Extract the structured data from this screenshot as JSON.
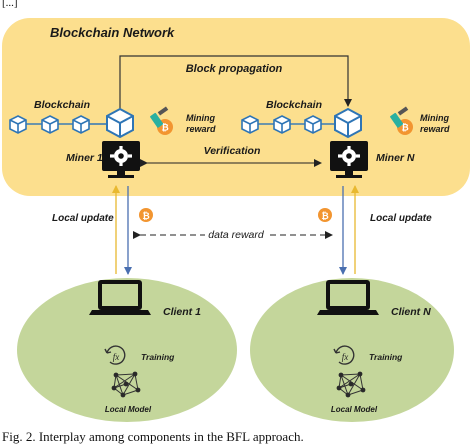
{
  "top_fragment": "[...]",
  "network": {
    "title": "Blockchain Network",
    "bg": "#fcdf8e"
  },
  "labels": {
    "block_propagation": "Block propagation",
    "blockchain_left": "Blockchain",
    "blockchain_right": "Blockchain",
    "mining_reward_left_1": "Mining",
    "mining_reward_left_2": "reward",
    "mining_reward_right_1": "Mining",
    "mining_reward_right_2": "reward",
    "miner_1": "Miner 1",
    "miner_n": "Miner N",
    "verification": "Verification",
    "local_update_left": "Local update",
    "local_update_right": "Local update",
    "data_reward": "data reward",
    "client_1": "Client 1",
    "client_n": "Client N",
    "training_left": "Training",
    "training_right": "Training",
    "local_model_left": "Local Model",
    "local_model_right": "Local Model",
    "bitcoin_glyph": "₿"
  },
  "colors": {
    "client_bg": "#c4d69b",
    "block_blue": "#2e75b6",
    "uplink": "#f0c040",
    "downlink": "#4a6fb0",
    "coin": "#f29530"
  },
  "caption": "Fig. 2. Interplay among components in the BFL approach."
}
